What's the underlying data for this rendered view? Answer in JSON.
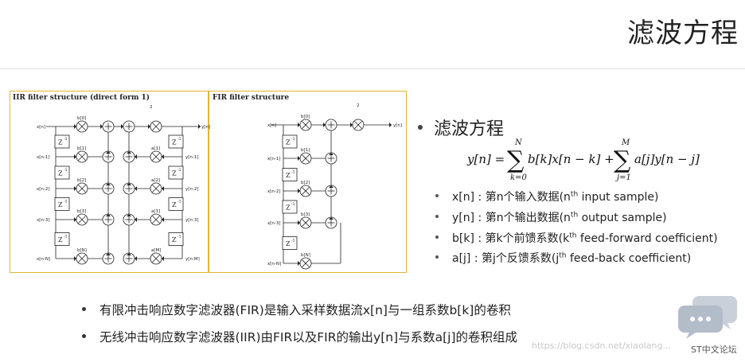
{
  "slide": {
    "title": "滤波方程",
    "bullet_heading": "滤波方程",
    "equation_alt": "y[n] = Σ_{k=0}^{N} b[k]x[n−k] + Σ_{j=1}^{M} a[j]y[n−j]",
    "definitions": [
      {
        "pre": "x[n] : 第n个输入数据(n",
        "sup": "th",
        "post": " input sample)"
      },
      {
        "pre": "y[n] : 第n个输出数据(n",
        "sup": "th",
        "post": " output sample)"
      },
      {
        "pre": "b[k] : 第k个前馈系数(k",
        "sup": "th",
        "post": " feed-forward coefficient)"
      },
      {
        "pre": "a[j] : 第j个反馈系数(j",
        "sup": "th",
        "post": " feed-back coefficient)"
      }
    ],
    "bottom_bullets": [
      "有限冲击响应数字滤波器(FIR)是输入采样数据流x[n]与一组系数b[k]的卷积",
      "无线冲击响应数字滤波器(IIR)由FIR以及FIR的输出y[n]与系数a[j]的卷积组成"
    ]
  },
  "figure": {
    "iir_caption": "IIR filter structure (direct form 1)",
    "fir_caption": "FIR filter structure",
    "iir_left_labels": [
      "x[n]",
      "x[n-1]",
      "x[n-2]",
      "x[n-3]",
      "x[n-N]"
    ],
    "iir_b_labels": [
      "b[0]",
      "b[1]",
      "b[2]",
      "b[3]",
      "b[N]"
    ],
    "iir_a_labels": [
      "a[1]",
      "a[2]",
      "a[3]",
      "a[M]"
    ],
    "iir_right_labels": [
      "y[n]",
      "y[n-1]",
      "y[n-2]",
      "y[n-3]",
      "y[n-M]"
    ],
    "fir_left_labels": [
      "x[n]",
      "x[n-1]",
      "x[n-2]",
      "x[n-3]",
      "x[n-N]"
    ],
    "fir_b_labels": [
      "b[0]",
      "b[1]",
      "b[2]",
      "b[3]",
      "b[N]"
    ],
    "fir_output_label": "y[n]",
    "delay_label": "Z",
    "gain_label": "2"
  },
  "footer": {
    "watermark": "https://blog.csdn.net/xiaolang...",
    "logo_text": "ST中文论坛"
  },
  "colors": {
    "figure_border": "#e2b435",
    "logo": "#bfc7d3"
  }
}
